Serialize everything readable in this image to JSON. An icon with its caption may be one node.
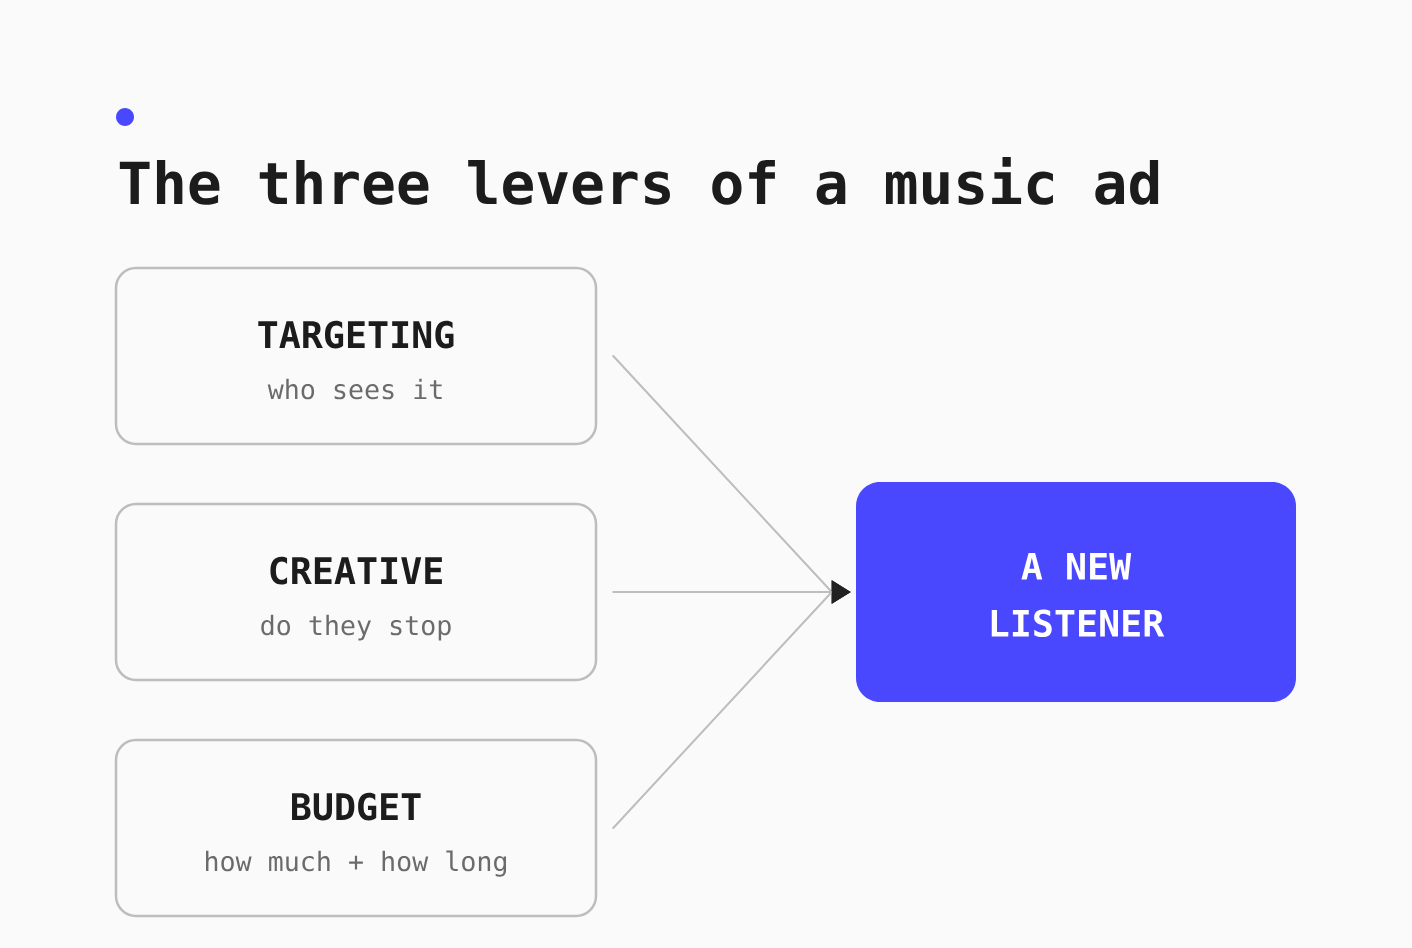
{
  "diagram": {
    "title": "The three levers of a music ad",
    "nodes": [
      {
        "text": [
          "TARGETING",
          "who sees it"
        ]
      },
      {
        "text": [
          "CREATIVE",
          "do they stop"
        ]
      },
      {
        "text": [
          "BUDGET",
          "how much + how long"
        ]
      },
      {
        "text": [
          "A NEW LISTENER"
        ]
      }
    ],
    "edges": [
      {
        "from": 0,
        "to": 3,
        "arrow": "to"
      },
      {
        "from": 1,
        "to": 3,
        "arrow": "to"
      },
      {
        "from": 2,
        "to": 3,
        "arrow": "to"
      }
    ]
  }
}
